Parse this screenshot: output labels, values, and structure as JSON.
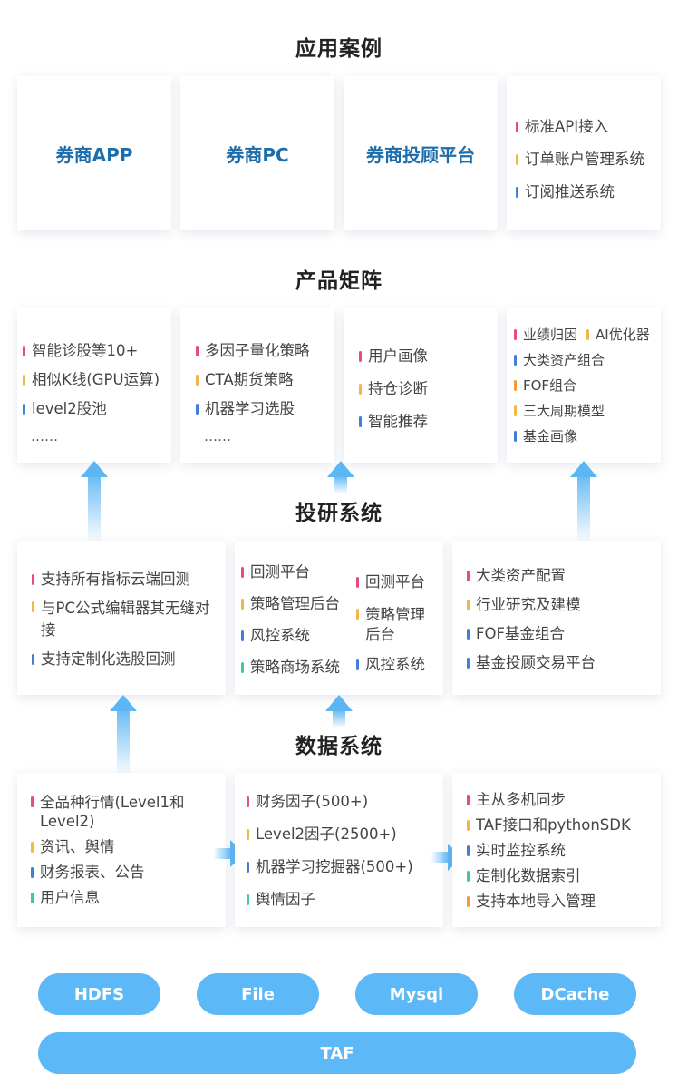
{
  "colors": {
    "pink": "#e94b76",
    "yellow": "#f5b54a",
    "blue": "#3f7fd8",
    "green": "#3ec9a0",
    "orange": "#f59a3b",
    "title_blue": "#1c6dac",
    "pill": "#5cb8f7"
  },
  "sections": {
    "applications": "应用案例",
    "products": "产品矩阵",
    "research": "投研系统",
    "data": "数据系统"
  },
  "applications": {
    "card1": "券商APP",
    "card2": "券商PC",
    "card3": "券商投顾平台",
    "card4": [
      "标准API接入",
      "订单账户管理系统",
      "订阅推送系统"
    ]
  },
  "products": {
    "card1": [
      "智能诊股等10+",
      "相似K线(GPU运算)",
      "level2股池"
    ],
    "card1_more": "……",
    "card2": [
      "多因子量化策略",
      "CTA期货策略",
      "机器学习选股"
    ],
    "card2_more": "……",
    "card3": [
      "用户画像",
      "持仓诊断",
      "智能推荐"
    ],
    "card4_row1a": "业绩归因",
    "card4_row1b": "AI优化器",
    "card4": [
      "大类资产组合",
      "FOF组合",
      "三大周期模型",
      "基金画像"
    ]
  },
  "research": {
    "card1": [
      "支持所有指标云端回测",
      "与PC公式编辑器其无缝对接",
      "支持定制化选股回测"
    ],
    "card2_left": [
      "回测平台",
      "策略管理后台",
      "风控系统",
      "策略商场系统"
    ],
    "card2_right": [
      "回测平台",
      "策略管理后台",
      "风控系统"
    ],
    "card3": [
      "大类资产配置",
      "行业研究及建模",
      "FOF基金组合",
      "基金投顾交易平台"
    ]
  },
  "data_sys": {
    "card1": [
      "全品种行情(Level1和Level2)",
      "资讯、舆情",
      "财务报表、公告",
      "用户信息"
    ],
    "card2": [
      "财务因子(500+)",
      "Level2因子(2500+)",
      "机器学习挖掘器(500+)",
      "舆情因子"
    ],
    "card3": [
      "主从多机同步",
      "TAF接口和pythonSDK",
      "实时监控系统",
      "定制化数据索引",
      "支持本地导入管理"
    ]
  },
  "storage": [
    "HDFS",
    "File",
    "Mysql",
    "DCache"
  ],
  "framework": "TAF"
}
